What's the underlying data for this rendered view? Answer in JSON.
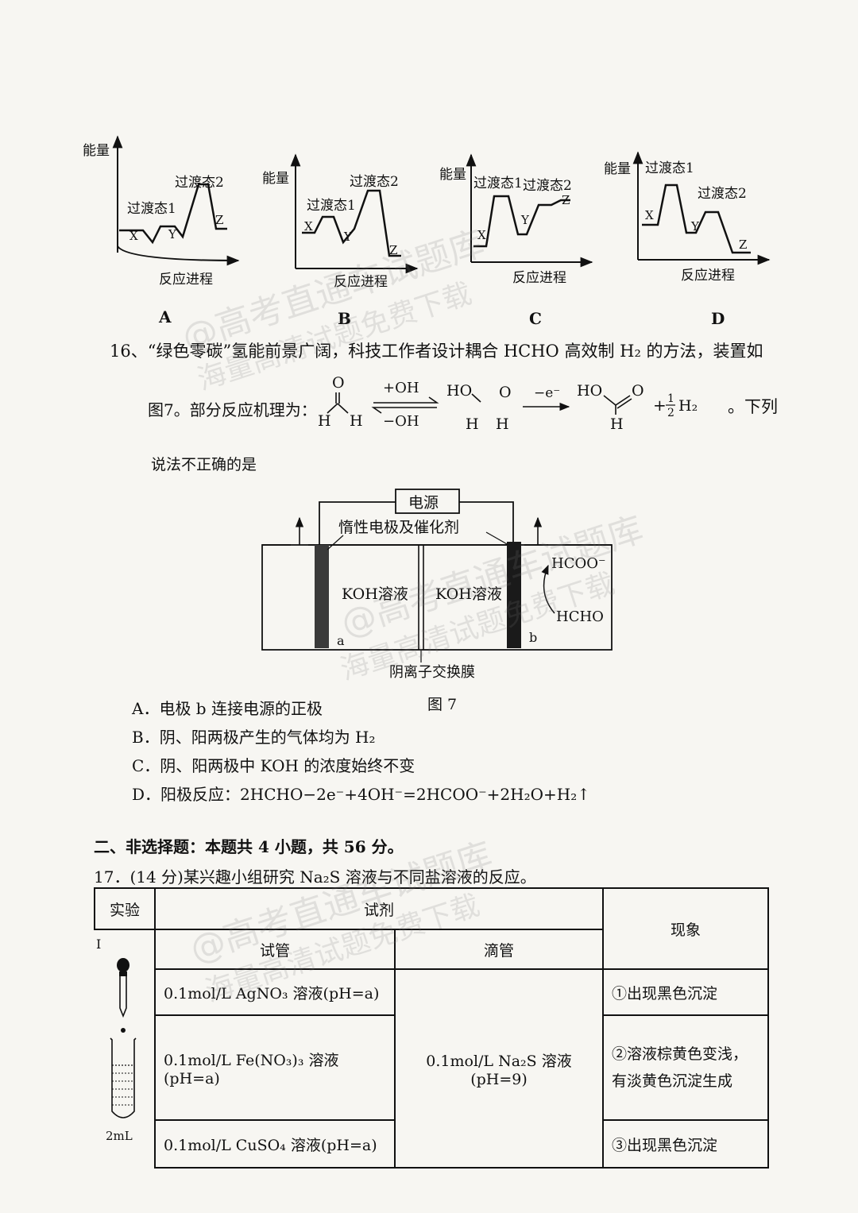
{
  "energy_diagrams": [
    {
      "letter": "A",
      "y_label": "能量",
      "x_label": "反应进程",
      "ts1": "过渡态1",
      "ts2": "过渡态2",
      "points": [
        "X",
        "Y",
        "Z"
      ]
    },
    {
      "letter": "B",
      "y_label": "能量",
      "x_label": "反应进程",
      "ts1": "过渡态1",
      "ts2": "过渡态2",
      "points": [
        "X",
        "Y",
        "Z"
      ]
    },
    {
      "letter": "C",
      "y_label": "能量",
      "x_label": "反应进程",
      "ts1": "过渡态1",
      "ts2": "过渡态2",
      "points": [
        "X",
        "Y",
        "Z"
      ]
    },
    {
      "letter": "D",
      "y_label": "能量",
      "x_label": "反应进程",
      "ts1": "过渡态1",
      "ts2": "过渡态2",
      "points": [
        "X",
        "Y",
        "Z"
      ]
    }
  ],
  "q16": {
    "line1": "16、“绿色零碳”氢能前景广阔，科技工作者设计耦合 HCHO 高效制 H₂ 的方法，装置如",
    "line2_prefix": "图7。部分反应机理为：",
    "line2_suffix": "。下列",
    "line3": "说法不正确的是",
    "mechanism": {
      "plus_oh": "+OH",
      "minus_oh": "−OH",
      "minus_e": "−e⁻",
      "plus_half": "+",
      "half_num": "1",
      "half_den": "2",
      "h2": "H₂"
    },
    "device": {
      "power": "电源",
      "electrode_label": "惰性电极及催化剂",
      "left_solution": "KOH溶液",
      "right_solution": "KOH溶液",
      "hcoo": "HCOO⁻",
      "hcho": "HCHO",
      "electrode_a": "a",
      "electrode_b": "b",
      "membrane": "阴离子交换膜",
      "figure_caption": "图 7"
    },
    "options": [
      "A．电极 b 连接电源的正极",
      "B．阴、阳两极产生的气体均为 H₂",
      "C．阴、阳两极中 KOH 的浓度始终不变",
      "D．阳极反应：2HCHO−2e⁻+4OH⁻=2HCOO⁻+2H₂O+H₂↑"
    ]
  },
  "section2": "二、非选择题：本题共 4 小题，共 56 分。",
  "q17": {
    "stem": "17．(14 分)某兴趣小组研究 Na₂S 溶液与不同盐溶液的反应。",
    "headers": {
      "experiment": "实验",
      "reagent": "试剂",
      "tube": "试管",
      "dropper": "滴管",
      "phenomenon": "现象"
    },
    "rows": [
      {
        "tube": "0.1mol/L AgNO₃ 溶液(pH=a)",
        "phenomenon": "①出现黑色沉淀"
      },
      {
        "tube": "0.1mol/L Fe(NO₃)₃ 溶液(pH=a)",
        "phenomenon": "②溶液棕黄色变浅，有淡黄色沉淀生成"
      },
      {
        "tube": "0.1mol/L CuSO₄ 溶液(pH=a)",
        "phenomenon": "③出现黑色沉淀"
      }
    ],
    "dropper_reagent": "0.1mol/L Na₂S 溶液(pH=9)",
    "exp_number": "I",
    "volume": "2mL"
  },
  "watermarks": [
    "@高考直通车试题库",
    "海量高清试题免费下载"
  ]
}
